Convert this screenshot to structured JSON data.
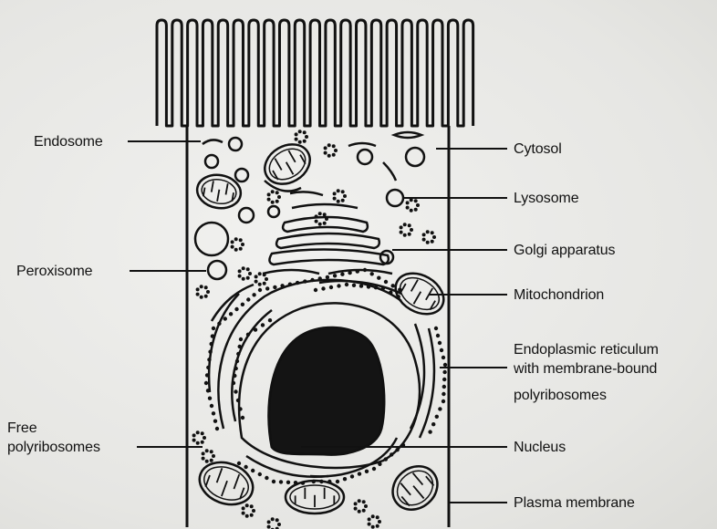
{
  "figure": {
    "labels": {
      "endosome": "Endosome",
      "peroxisome": "Peroxisome",
      "free_polyribosomes_line1": "Free",
      "free_polyribosomes_line2": "polyribosomes",
      "cytosol": "Cytosol",
      "lysosome": "Lysosome",
      "golgi": "Golgi apparatus",
      "mitochondrion": "Mitochondrion",
      "er_line1": "Endoplasmic reticulum",
      "er_line2": "with membrane-bound",
      "er_line3": "polyribosomes",
      "nucleus": "Nucleus",
      "plasma_membrane": "Plasma membrane"
    }
  }
}
